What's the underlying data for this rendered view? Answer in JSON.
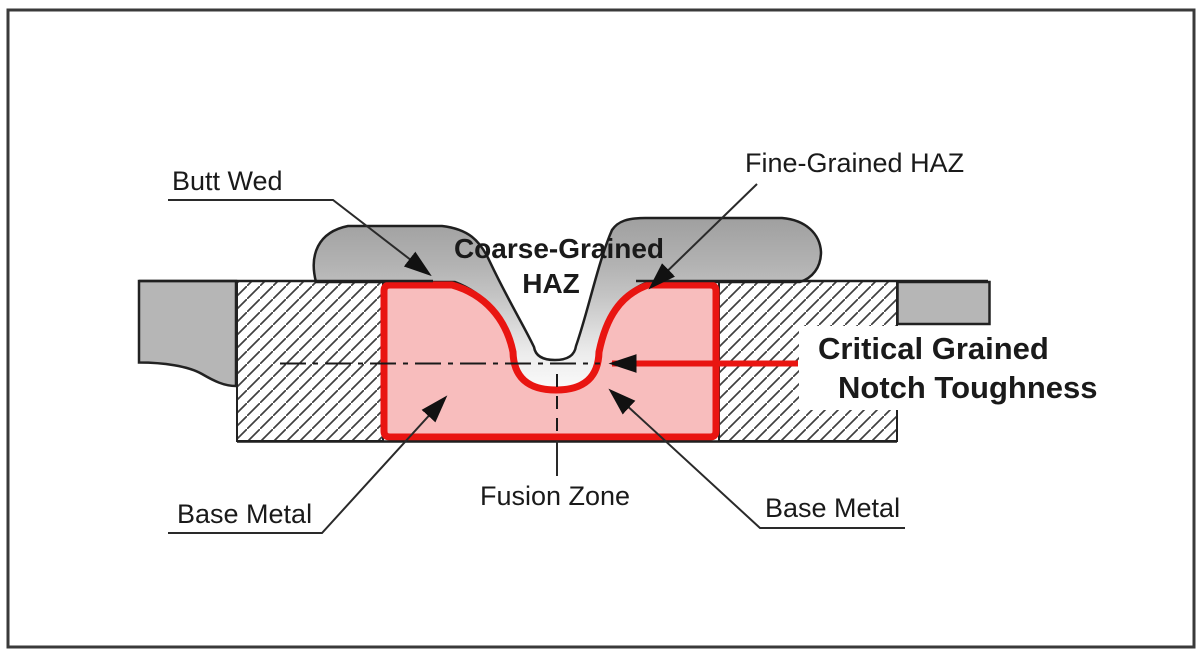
{
  "diagram": {
    "type": "weld-cross-section",
    "labels": {
      "butt_weld": "Butt Wed",
      "coarse_grained_line1": "Coarse-Grained",
      "coarse_grained_line2": "HAZ",
      "fine_grained": "Fine-Grained HAZ",
      "critical_line1": "Critical Grained",
      "critical_line2": "Notch Toughness",
      "base_metal_left": "Base Metal",
      "fusion_zone": "Fusion Zone",
      "base_metal_right": "Base Metal"
    },
    "colors": {
      "haz_outline_red": "#e91511",
      "haz_fill_pink": "#f8bdbd",
      "weld_metal_gray": "#ababab",
      "plate_end_gray": "#b6b6b6",
      "line_black": "#1f1f1f",
      "frame_border": "#3a3a3a",
      "background": "#ffffff"
    }
  }
}
